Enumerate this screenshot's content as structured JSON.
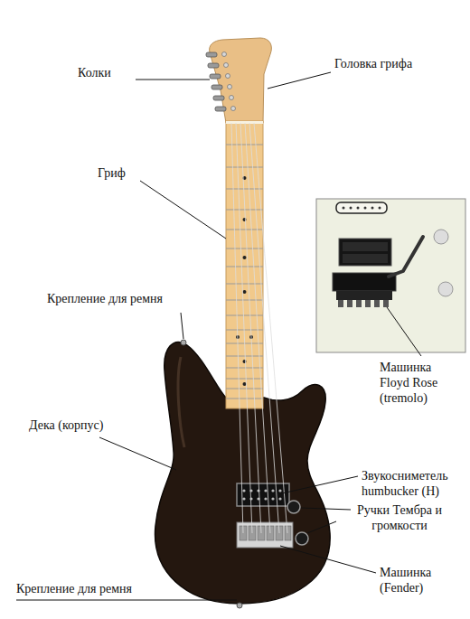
{
  "diagram": {
    "labels": [
      "Колки",
      "Головка грифа",
      "Гриф",
      "Крепление для ремня",
      "Дека (корпус)",
      "Звукосниметель humbucker (H)",
      "Ручки Тембра и громкости",
      "Машинка (Fender)",
      "Крепление для ремня",
      "Машинка Floyd Rose (tremolo)"
    ]
  }
}
